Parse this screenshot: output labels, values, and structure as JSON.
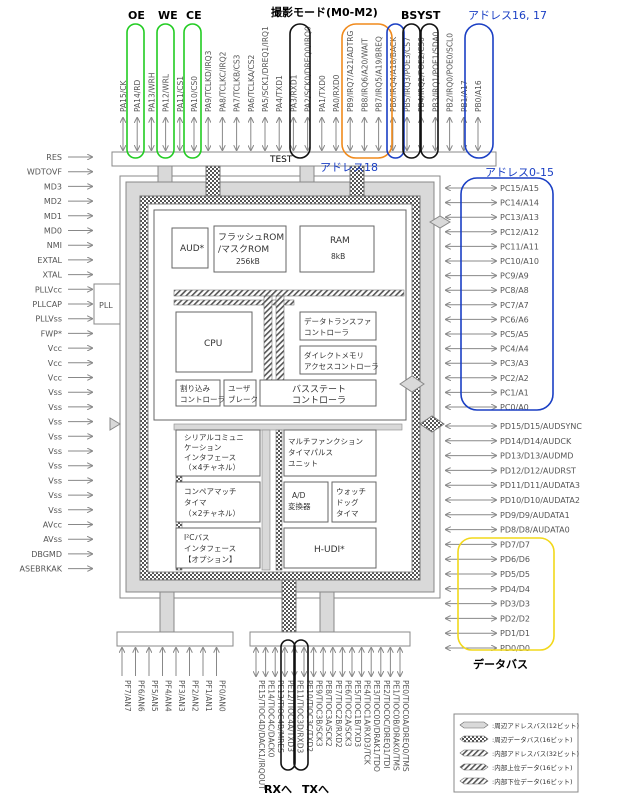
{
  "annotations": {
    "oe": "OE",
    "we": "WE",
    "ce": "CE",
    "mode": "撮影モード(M0-M2)",
    "bsy": "BSY",
    "st": "ST",
    "addr1617": "アドレス16, 17",
    "addr18": "アドレス18",
    "addr015": "アドレス0-15",
    "databus": "データバス",
    "test": "TEST",
    "rx": "RXへ",
    "tx": "TXへ"
  },
  "top_pins": [
    "PA15/CK",
    "PA14/RD",
    "PA13/WRH",
    "PA12/WRL",
    "PA11/CS1",
    "PA10/CS0",
    "PA9/TCLKD/IRQ3",
    "PA8/TCLKC/IRQ2",
    "PA7/TCLKB/CS3",
    "PA6/TCLKA/CS2",
    "PA5/SCK1/DREQ1/IRQ1",
    "PA4/TXD1",
    "PA3/RXD1",
    "PA2/SCK0/DREQ0/IRQ0",
    "PA1/TXD0",
    "PA0/RXD0",
    "PB9/IRQ7/A21/ADTRG",
    "PB8/IRQ6/A20/WAIT",
    "PB7/IRQ5/A19/BREQ",
    "PB6/IRQ4/A18/BACK",
    "PB5/IRQ3/POE3/CS7",
    "PB4/IRQ2/POE2/CS6",
    "PB3/IRQ1/POE1/SDA0",
    "PB2/IRQ0/POE0/SCL0",
    "PB1/A17",
    "PB0/A16"
  ],
  "left_pins": [
    "RES",
    "WDTOVF",
    "MD3",
    "MD2",
    "MD1",
    "MD0",
    "NMI",
    "EXTAL",
    "XTAL",
    "PLLVcc",
    "PLLCAP",
    "PLLVss",
    "FWP*",
    "Vcc",
    "Vcc",
    "Vcc",
    "Vss",
    "Vss",
    "Vss",
    "Vss",
    "Vss",
    "Vss",
    "Vss",
    "Vss",
    "Vss",
    "AVcc",
    "AVss",
    "DBGMD",
    "ASEBRKAK"
  ],
  "pll_label": "PLL",
  "right_c_pins": [
    "PC15/A15",
    "PC14/A14",
    "PC13/A13",
    "PC12/A12",
    "PC11/A11",
    "PC10/A10",
    "PC9/A9",
    "PC8/A8",
    "PC7/A7",
    "PC6/A6",
    "PC5/A5",
    "PC4/A4",
    "PC3/A3",
    "PC2/A2",
    "PC1/A1",
    "PC0/A0"
  ],
  "right_d_pins": [
    "PD15/D15/AUDSYNC",
    "PD14/D14/AUDCK",
    "PD13/D13/AUDMD",
    "PD12/D12/AUDRST",
    "PD11/D11/AUDATA3",
    "PD10/D10/AUDATA2",
    "PD9/D9/AUDATA1",
    "PD8/D8/AUDATA0",
    "PD7/D7",
    "PD6/D6",
    "PD5/D5",
    "PD4/D4",
    "PD3/D3",
    "PD2/D2",
    "PD1/D1",
    "PD0/D0"
  ],
  "bottom_left_pins": [
    "PF7/AN7",
    "PF6/AN6",
    "PF5/AN5",
    "PF4/AN4",
    "PF3/AN3",
    "PF2/AN2",
    "PF1/AN1",
    "PF0/AN0"
  ],
  "bottom_right_pins": [
    "PE15/TIOC4D/DACK1/IRQOUT",
    "PE14/TIOC4C/DACK0",
    "PE13/TIOC4B/MRES",
    "PE12/TIOC4A/TXD3",
    "PE11/TIOC3D/RXD3",
    "PE10/TIOC3C/TXD2",
    "PE9/TIOC3B/SCK3",
    "PE8/TIOC3A/SCK2",
    "PE7/TIOC2B/RXD2",
    "PE6/TIOC2A/SCK3",
    "PE5/TIOC1B/TXD3",
    "PE4/TIOC1A/RXD3/TCK",
    "PE3/TIOC0D/DRAK1/TDO",
    "PE2/TIOC0C/DREQ1/TDI",
    "PE1/TIOC0B/DRAK0/TMS",
    "PE0/TIOC0A/DREQ0/TMS"
  ],
  "blocks": {
    "aud": "AUD*",
    "flash1": "フラッシュROM",
    "flash2": "/マスクROM",
    "flash3": "256kB",
    "ram1": "RAM",
    "ram2": "8kB",
    "cpu": "CPU",
    "dtc1": "データトランスファ",
    "dtc2": "コントローラ",
    "dmac1": "ダイレクトメモリ",
    "dmac2": "アクセスコントローラ",
    "intc1": "割り込み",
    "intc2": "コントローラ",
    "ubc1": "ユーザ",
    "ubc2": "ブレーク",
    "bsc1": "バスステート",
    "bsc2": "コントローラ",
    "sci1": "シリアルコミュニ",
    "sci2": "ケーション",
    "sci3": "インタフェース",
    "sci4": "（×4チャネル）",
    "mtu1": "マルチファンクション",
    "mtu2": "タイマパルス",
    "mtu3": "ユニット",
    "cmt1": "コンペアマッチ",
    "cmt2": "タイマ",
    "cmt3": "（×2チャネル）",
    "ad1": "A/D",
    "ad2": "変換器",
    "wdt1": "ウォッチ",
    "wdt2": "ドッグ",
    "wdt3": "タイマ",
    "iic1": "I²Cバス",
    "iic2": "インタフェース",
    "iic3": "【オプション】",
    "hudi": "H-UDI*"
  },
  "legend": [
    ":周辺アドレスバス(12ビット)",
    ":周辺データバス(16ビット)",
    ":内部アドレスバス(32ビット)",
    ":内部上位データ(16ビット)",
    ":内部下位データ(16ビット)"
  ],
  "colors": {
    "green": "#22cc22",
    "orange": "#f08a1c",
    "blue": "#1a3fc4",
    "yellow": "#f2d81a",
    "black": "#111111"
  }
}
